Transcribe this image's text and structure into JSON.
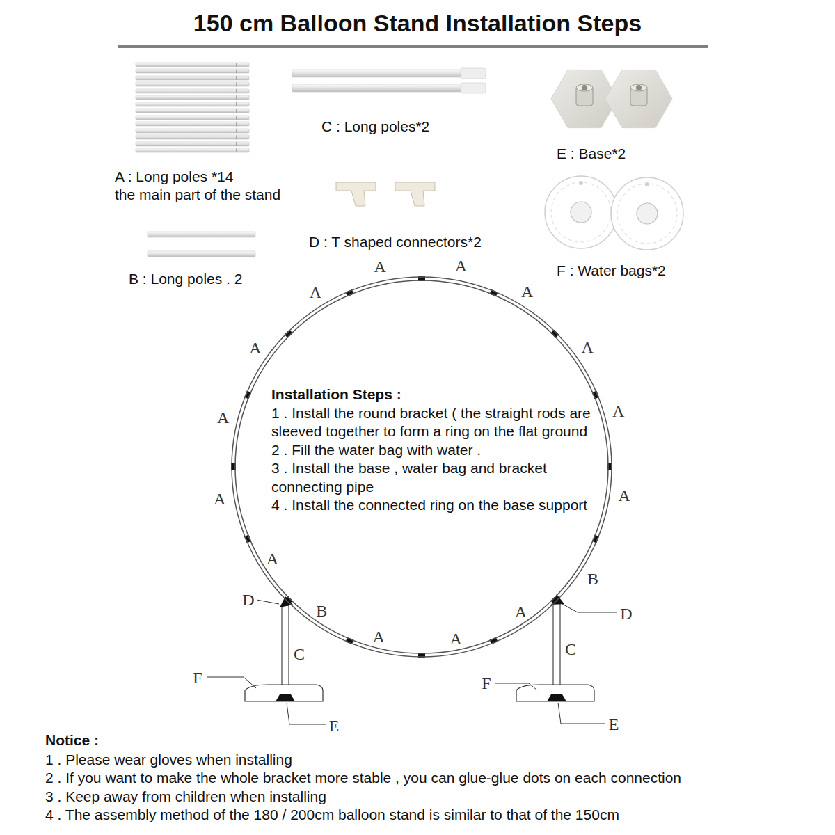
{
  "diagram": {
    "title": "150 cm Balloon Stand Installation Steps",
    "nodes": [
      {
        "text": [
          "Installation Steps :",
          "1 . Install the round bracket ( the straight rods are sleeved together to form a ring on the flat ground",
          "2 . Fill the water bag with water .",
          "3 . Install the base , water bag and bracket connecting pipe",
          "4 . Install the connected ring on the base support"
        ]
      }
    ],
    "labels": [
      "C : Long poles*2",
      "E : Base*2",
      "A : Long poles *14",
      "the main part of the stand",
      "D : T shaped connectors*2",
      "F : Water bags*2",
      "B : Long poles . 2",
      "A",
      "A",
      "A",
      "A",
      "A",
      "A",
      "A",
      "A",
      "A",
      "A",
      "A",
      "B",
      "D",
      "D",
      "B",
      "A",
      "A",
      "A",
      "C",
      "C",
      "F",
      "F",
      "E",
      "E",
      "Notice :",
      "1 . Please wear gloves when installing",
      "2 . If you want to make the whole bracket more stable , you can glue-glue dots on each connection",
      "3 . Keep away from children when installing",
      "4 . The assembly method of the 180 / 200cm balloon stand is similar to that of the 150cm"
    ]
  }
}
